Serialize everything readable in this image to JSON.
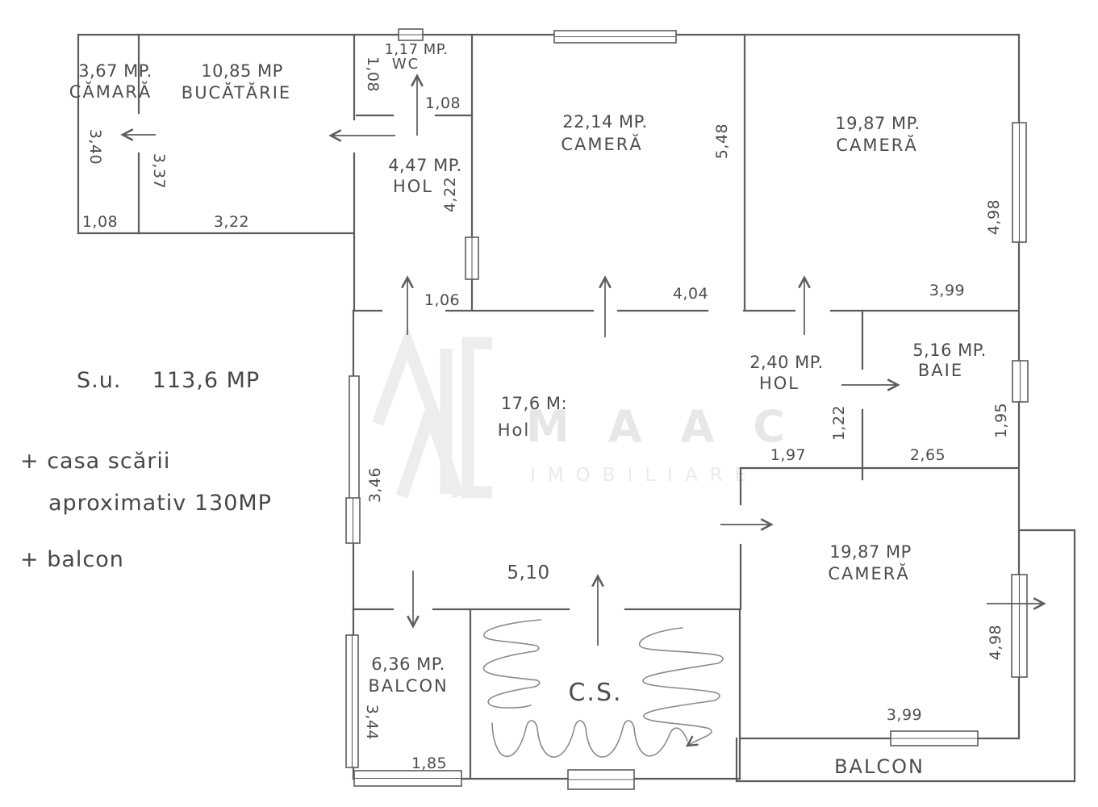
{
  "notes": {
    "surface_line": "S.u.    113,6 MP",
    "extra_line1": "+ casa scării",
    "extra_line2": "aproximativ 130MP",
    "extra_line3": "+ balcon"
  },
  "watermark": {
    "brand": "MAAC",
    "tagline": "IMOBILIARE"
  },
  "rooms": {
    "camara": {
      "area": "3,67 MP.",
      "name": "CĂMARĂ"
    },
    "bucatarie": {
      "area": "10,85 MP",
      "name": "BUCĂTĂRIE"
    },
    "wc": {
      "area": "1,17 MP.",
      "name": "WC"
    },
    "hol_mic": {
      "area": "4,47 MP.",
      "name": "HOL"
    },
    "camera_mare": {
      "area": "22,14 MP.",
      "name": "CAMERĂ"
    },
    "camera_dreapta_sus": {
      "area": "19,87 MP.",
      "name": "CAMERĂ"
    },
    "hol_central": {
      "area": "17,6 M:",
      "name": "Hol"
    },
    "hol_baie": {
      "area": "2,40 MP.",
      "name": "HOL"
    },
    "baie": {
      "area": "5,16 MP.",
      "name": "BAIE"
    },
    "camera_dreapta_jos": {
      "area": "19,87 MP",
      "name": "CAMERĂ"
    },
    "balcon_stanga": {
      "area": "6,36 MP.",
      "name": "BALCON"
    },
    "casa_scarii": {
      "name": "C.S."
    },
    "balcon_dreapta": {
      "name": "BALCON"
    }
  },
  "dimensions": {
    "d340": "3,40",
    "d337": "3,37",
    "d108_camara": "1,08",
    "d322": "3,22",
    "d108_wc_wall": "1,08",
    "d108_wc_door": "1,08",
    "d422": "4,22",
    "d106": "1,06",
    "d548": "5,48",
    "d404": "4,04",
    "d498_sus": "4,98",
    "d399_baie": "3,99",
    "d122": "1,22",
    "d195": "1,95",
    "d197": "1,97",
    "d265": "2,65",
    "d346": "3,46",
    "d510": "5,10",
    "d344": "3,44",
    "d185": "1,85",
    "d498_jos": "4,98",
    "d399_jos": "3,99"
  }
}
